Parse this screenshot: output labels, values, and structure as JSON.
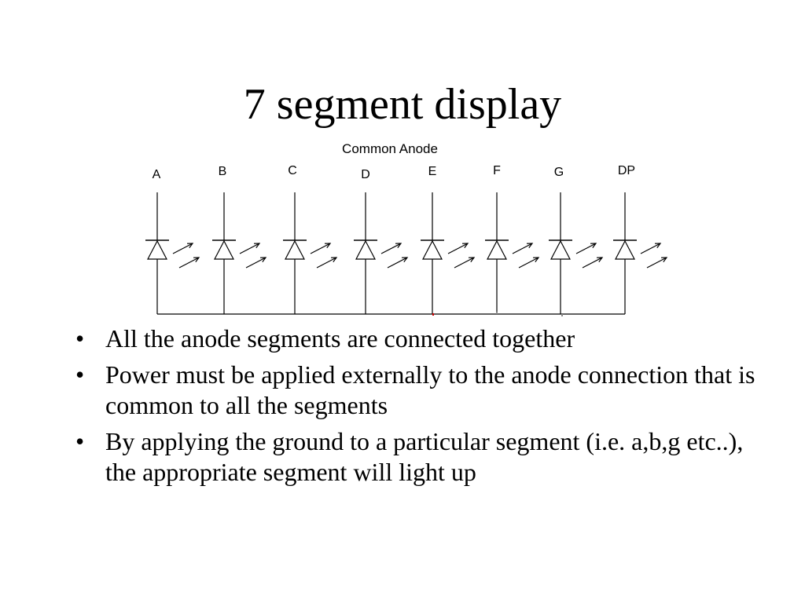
{
  "slide": {
    "title": "7 segment display"
  },
  "diagram": {
    "heading": "Common Anode",
    "segments": [
      "A",
      "B",
      "C",
      "D",
      "E",
      "F",
      "G",
      "DP"
    ],
    "line_color": "#000000",
    "marker_color": "#cc0000"
  },
  "bullets": {
    "mark": "•",
    "items": [
      "All the anode segments are connected together",
      "Power must be applied externally to the anode connection that is common to all the segments",
      "By applying the ground to a particular segment (i.e. a,b,g etc..), the appropriate segment will light up"
    ]
  }
}
